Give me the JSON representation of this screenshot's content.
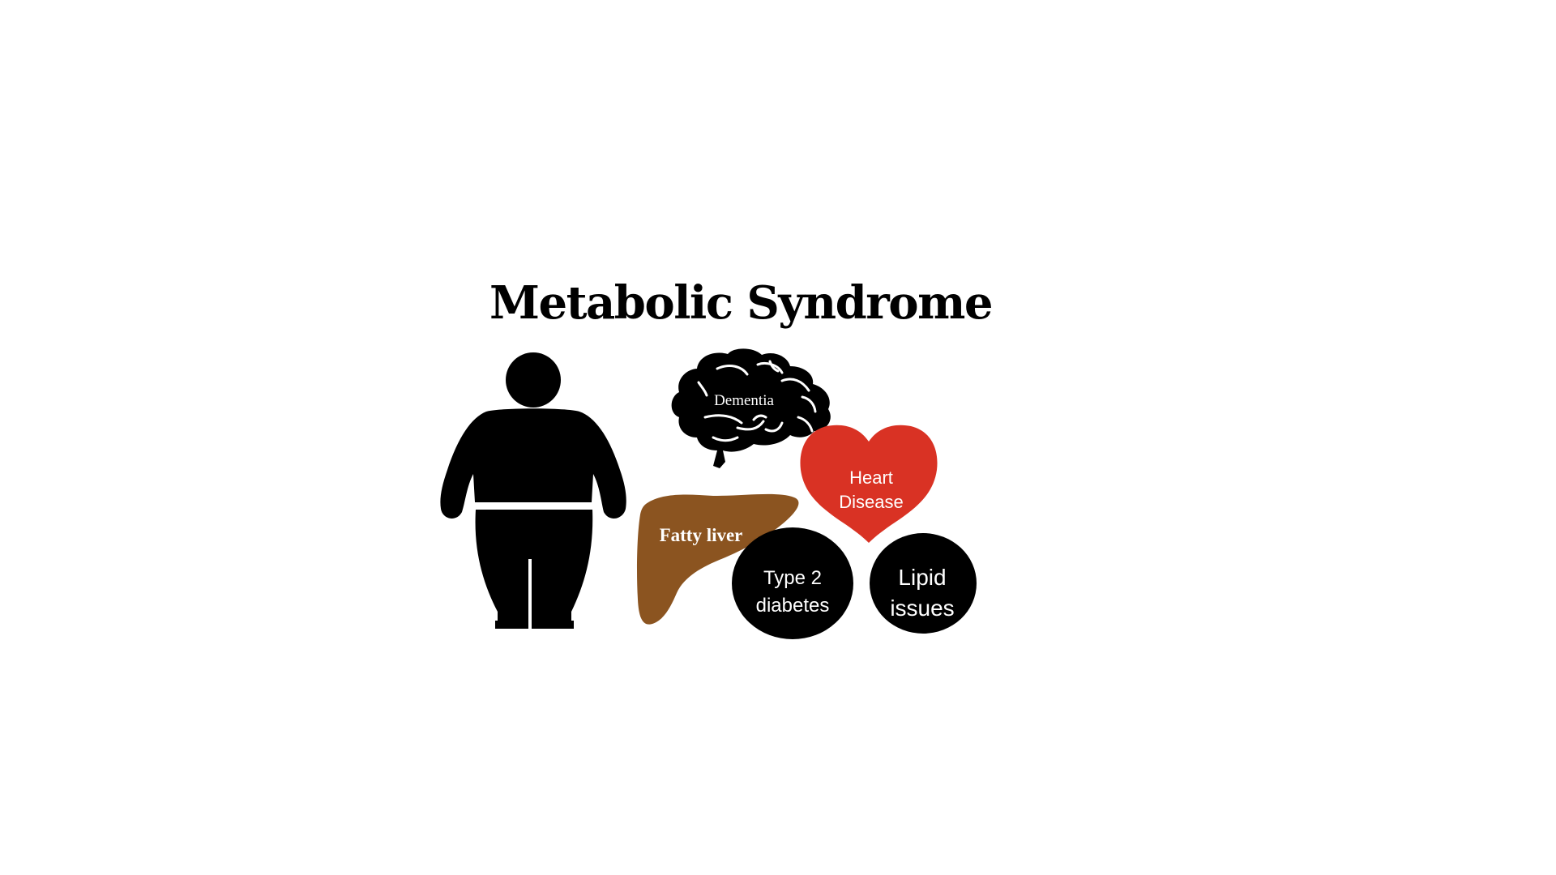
{
  "title": "Metabolic Syndrome",
  "colors": {
    "background": "#ffffff",
    "silhouette": "#000000",
    "heart": "#d93224",
    "liver": "#8b5420",
    "label_text": "#ffffff"
  },
  "figure": {
    "person": "obese-person-silhouette",
    "conditions": [
      {
        "id": "brain",
        "icon": "brain-icon",
        "label": "Dementia"
      },
      {
        "id": "heart",
        "icon": "heart-icon",
        "label_line1": "Heart",
        "label_line2": "Disease"
      },
      {
        "id": "liver",
        "icon": "liver-icon",
        "label": "Fatty liver"
      },
      {
        "id": "diabetes",
        "icon": "circle-icon",
        "label_line1": "Type 2",
        "label_line2": "diabetes"
      },
      {
        "id": "lipid",
        "icon": "circle-icon",
        "label_line1": "Lipid",
        "label_line2": "issues"
      }
    ]
  }
}
